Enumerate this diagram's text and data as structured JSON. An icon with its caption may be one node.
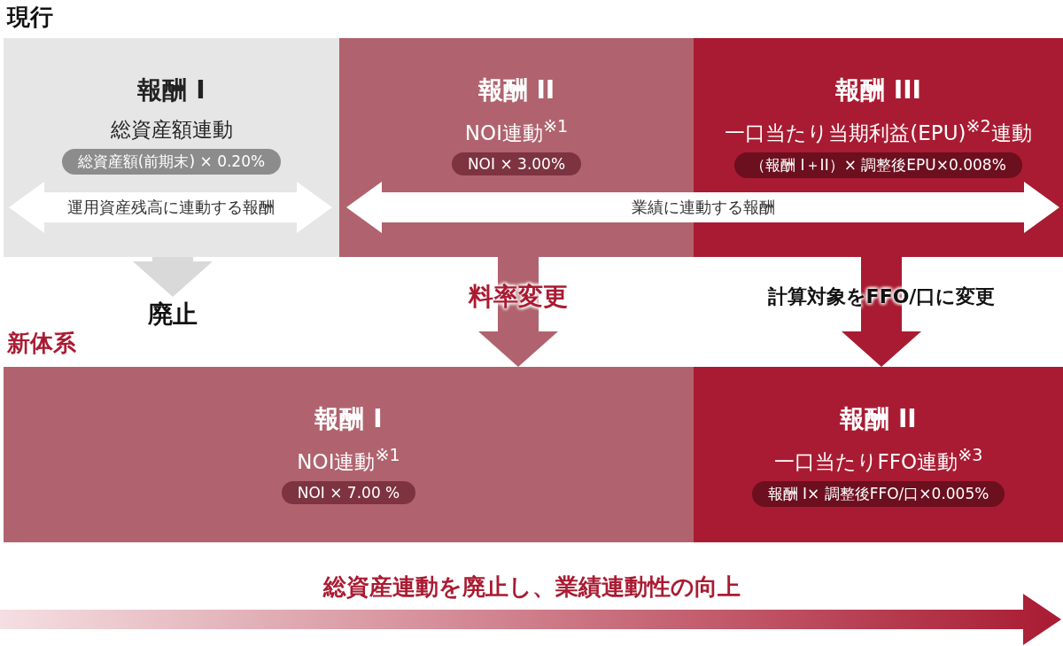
{
  "diagram": {
    "nodes": [
      {
        "text": [
          "報酬 I",
          "総資産額連動",
          "総資産額(前期末) × 0.20%"
        ]
      },
      {
        "text": [
          "報酬 II",
          "NOI連動$^{※1}$",
          "NOI × 3.00%"
        ]
      },
      {
        "text": [
          "報酬 III",
          "一口当たり当期利益(EPU)$^{※2}$連動",
          "（報酬 I＋II）× 調整後EPU×0.008%"
        ]
      },
      {
        "text": [
          "運用資産残高に連動する報酬"
        ],
        "in": 0
      },
      {
        "text": [
          "業績に連動する報酬"
        ]
      },
      {
        "text": [
          "報酬 I",
          "NOI連動$^{※1}$",
          "NOI × 7.00 %"
        ]
      },
      {
        "text": [
          "報酬 II",
          "一口当たりFFO連動$^{※3}$",
          "報酬 I× 調整後FFO/口×0.005%"
        ]
      }
    ],
    "edges": [
      {
        "from": 0,
        "to": null,
        "arrow": "to",
        "label": "廃止",
        "color": "#d9d9d9"
      },
      {
        "from": 1,
        "to": 5,
        "arrow": "to",
        "label": "料率変更",
        "color": "#b0636e"
      },
      {
        "from": 2,
        "to": 6,
        "arrow": "to",
        "label": "計算対象をFFO/口に変更",
        "color": "#a91b32"
      }
    ],
    "labels": [
      "現行",
      "新体系",
      "総資産連動を廃止し、業績連動性の向上"
    ]
  }
}
